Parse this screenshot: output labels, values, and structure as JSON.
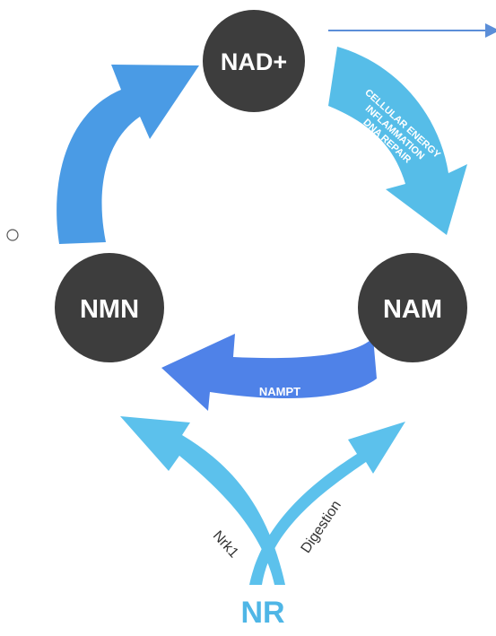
{
  "nodes": {
    "nad": "NAD+",
    "nmn": "NMN",
    "nam": "NAM",
    "nr": "NR"
  },
  "arrows": {
    "nad_to_nam_lines": [
      "CELLULAR ENERGY",
      "INFLAMMATION",
      "DNA REPAIR"
    ],
    "nam_to_nmn": "NAMPT",
    "nr_to_nmn": "Nrk1",
    "nr_to_nam": "Digestion"
  },
  "colors": {
    "node_fill": "#3d3d3d",
    "arrow_nad_nam": "#56bde8",
    "arrow_nmn_nad": "#4a9be5",
    "arrow_nampt": "#4f82e8",
    "arrow_nr": "#5cc1ec",
    "nr_text": "#4fb6e6",
    "external_line": "#5b8ed8"
  },
  "icons": {
    "marker": "radio-circle-icon"
  }
}
